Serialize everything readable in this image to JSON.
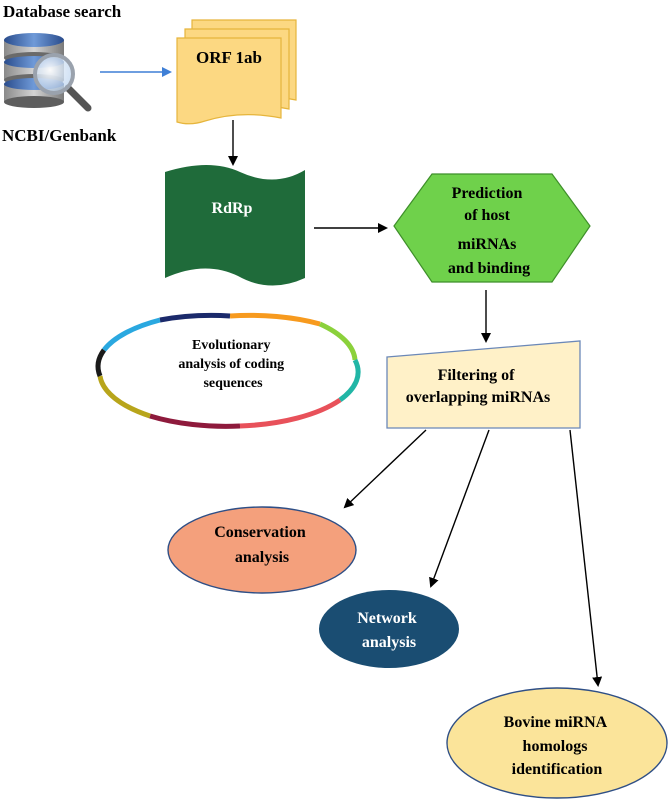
{
  "header": {
    "database_search": "Database search",
    "source": "NCBI/Genbank"
  },
  "nodes": {
    "orf": {
      "label": "ORF 1ab"
    },
    "rdrp": {
      "label": "RdRp"
    },
    "prediction": {
      "lines": [
        "Prediction",
        "of host",
        "miRNAs",
        "and binding"
      ]
    },
    "evolutionary": {
      "lines": [
        "Evolutionary",
        "analysis of coding",
        "sequences"
      ]
    },
    "filtering": {
      "lines": [
        "Filtering of",
        "overlapping miRNAs"
      ]
    },
    "conservation": {
      "lines": [
        "Conservation",
        "analysis"
      ]
    },
    "network": {
      "lines": [
        "Network",
        "analysis"
      ]
    },
    "bovine": {
      "lines": [
        "Bovine miRNA",
        "homologs",
        "identification"
      ]
    }
  },
  "icons": {
    "database": "database-magnifier-icon"
  },
  "colors": {
    "orf_fill": "#fcd882",
    "rdrp_fill": "#1f6b3a",
    "prediction_fill": "#6fd14b",
    "filtering_fill": "#fff1c8",
    "conservation_fill": "#f4a07c",
    "network_fill": "#1a4d72",
    "bovine_fill": "#fbe49a",
    "arrow_blue": "#3f7fd6",
    "arrow_black": "#000000"
  }
}
